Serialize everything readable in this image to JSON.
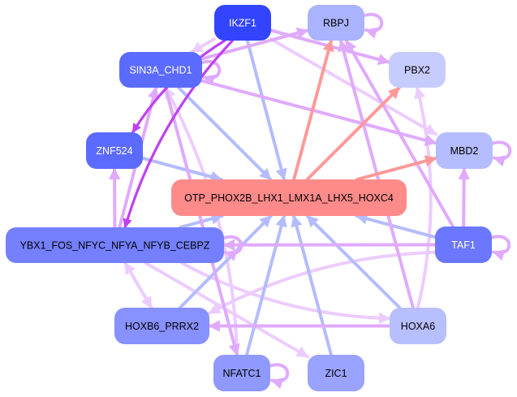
{
  "title": "Gene regulatory network",
  "nodes": [
    {
      "id": "IKZF1",
      "label": "IKZF1",
      "fill": "#3344ff",
      "text_color": "#ffffff"
    },
    {
      "id": "RBPJ",
      "label": "RBPJ",
      "fill": "#aab3ff",
      "text_color": "#000000"
    },
    {
      "id": "SIN3A_CHD1",
      "label": "SIN3A_CHD1",
      "fill": "#5c6bff",
      "text_color": "#ffffff"
    },
    {
      "id": "PBX2",
      "label": "PBX2",
      "fill": "#c7ccff",
      "text_color": "#000000"
    },
    {
      "id": "ZNF524",
      "label": "ZNF524",
      "fill": "#5c6bff",
      "text_color": "#ffffff"
    },
    {
      "id": "MBD2",
      "label": "MBD2",
      "fill": "#b5bcff",
      "text_color": "#000000"
    },
    {
      "id": "OTP",
      "label": "OTP_PHOX2B_LHX1_LMX1A_LHX5_HOXC4",
      "fill": "#ff8a8a",
      "text_color": "#000000"
    },
    {
      "id": "YBX1",
      "label": "YBX1_FOS_NFYC_NFYA_NFYB_CEBPZ",
      "fill": "#7480ff",
      "text_color": "#000000"
    },
    {
      "id": "TAF1",
      "label": "TAF1",
      "fill": "#6b77ff",
      "text_color": "#ffffff"
    },
    {
      "id": "HOXB6_PRRX2",
      "label": "HOXB6_PRRX2",
      "fill": "#8791ff",
      "text_color": "#000000"
    },
    {
      "id": "HOXA6",
      "label": "HOXA6",
      "fill": "#b8bfff",
      "text_color": "#000000"
    },
    {
      "id": "NFATC1",
      "label": "NFATC1",
      "fill": "#8f99ff",
      "text_color": "#000000"
    },
    {
      "id": "ZIC1",
      "label": "ZIC1",
      "fill": "#9aa3ff",
      "text_color": "#000000"
    }
  ],
  "edge_colors": {
    "repress": "#b4bcff",
    "activate_light": "#ecccff",
    "activate": "#e0aaff",
    "activate_strong": "#c040f0",
    "red": "#ff9999"
  },
  "edges": [
    {
      "from": "IKZF1",
      "to": "SIN3A_CHD1",
      "kind": "activate_light"
    },
    {
      "from": "IKZF1",
      "to": "OTP",
      "kind": "repress"
    },
    {
      "from": "IKZF1",
      "to": "ZNF524",
      "kind": "activate_strong"
    },
    {
      "from": "IKZF1",
      "to": "YBX1",
      "kind": "activate_strong"
    },
    {
      "from": "IKZF1",
      "to": "PBX2",
      "kind": "activate"
    },
    {
      "from": "IKZF1",
      "to": "MBD2",
      "kind": "activate_light"
    },
    {
      "from": "SIN3A_CHD1",
      "to": "RBPJ",
      "kind": "activate"
    },
    {
      "from": "SIN3A_CHD1",
      "to": "MBD2",
      "kind": "activate"
    },
    {
      "from": "SIN3A_CHD1",
      "to": "OTP",
      "kind": "repress"
    },
    {
      "from": "SIN3A_CHD1",
      "to": "SIN3A_CHD1",
      "kind": "activate"
    },
    {
      "from": "RBPJ",
      "to": "RBPJ",
      "kind": "activate"
    },
    {
      "from": "OTP",
      "to": "RBPJ",
      "kind": "red"
    },
    {
      "from": "OTP",
      "to": "PBX2",
      "kind": "red"
    },
    {
      "from": "OTP",
      "to": "MBD2",
      "kind": "red"
    },
    {
      "from": "ZNF524",
      "to": "OTP",
      "kind": "repress"
    },
    {
      "from": "YBX1",
      "to": "ZNF524",
      "kind": "activate"
    },
    {
      "from": "YBX1",
      "to": "SIN3A_CHD1",
      "kind": "activate"
    },
    {
      "from": "YBX1",
      "to": "OTP",
      "kind": "repress"
    },
    {
      "from": "YBX1",
      "to": "YBX1",
      "kind": "activate"
    },
    {
      "from": "YBX1",
      "to": "HOXB6_PRRX2",
      "kind": "activate_light"
    },
    {
      "from": "YBX1",
      "to": "ZIC1",
      "kind": "activate_light"
    },
    {
      "from": "YBX1",
      "to": "HOXA6",
      "kind": "activate_light"
    },
    {
      "from": "MBD2",
      "to": "MBD2",
      "kind": "activate"
    },
    {
      "from": "TAF1",
      "to": "MBD2",
      "kind": "activate"
    },
    {
      "from": "TAF1",
      "to": "RBPJ",
      "kind": "activate"
    },
    {
      "from": "TAF1",
      "to": "OTP",
      "kind": "repress"
    },
    {
      "from": "TAF1",
      "to": "YBX1",
      "kind": "activate"
    },
    {
      "from": "TAF1",
      "to": "TAF1",
      "kind": "activate"
    },
    {
      "from": "HOXA6",
      "to": "PBX2",
      "kind": "activate_light"
    },
    {
      "from": "HOXA6",
      "to": "OTP",
      "kind": "repress"
    },
    {
      "from": "HOXA6",
      "to": "HOXB6_PRRX2",
      "kind": "activate"
    },
    {
      "from": "HOXA6",
      "to": "RBPJ",
      "kind": "activate"
    },
    {
      "from": "HOXB6_PRRX2",
      "to": "OTP",
      "kind": "repress"
    },
    {
      "from": "HOXB6_PRRX2",
      "to": "YBX1",
      "kind": "activate_light"
    },
    {
      "from": "NFATC1",
      "to": "OTP",
      "kind": "repress"
    },
    {
      "from": "NFATC1",
      "to": "NFATC1",
      "kind": "activate"
    },
    {
      "from": "NFATC1",
      "to": "SIN3A_CHD1",
      "kind": "activate_light"
    },
    {
      "from": "ZIC1",
      "to": "OTP",
      "kind": "repress"
    },
    {
      "from": "TAF1",
      "to": "HOXB6_PRRX2",
      "kind": "activate_light"
    },
    {
      "from": "SIN3A_CHD1",
      "to": "NFATC1",
      "kind": "activate"
    }
  ]
}
